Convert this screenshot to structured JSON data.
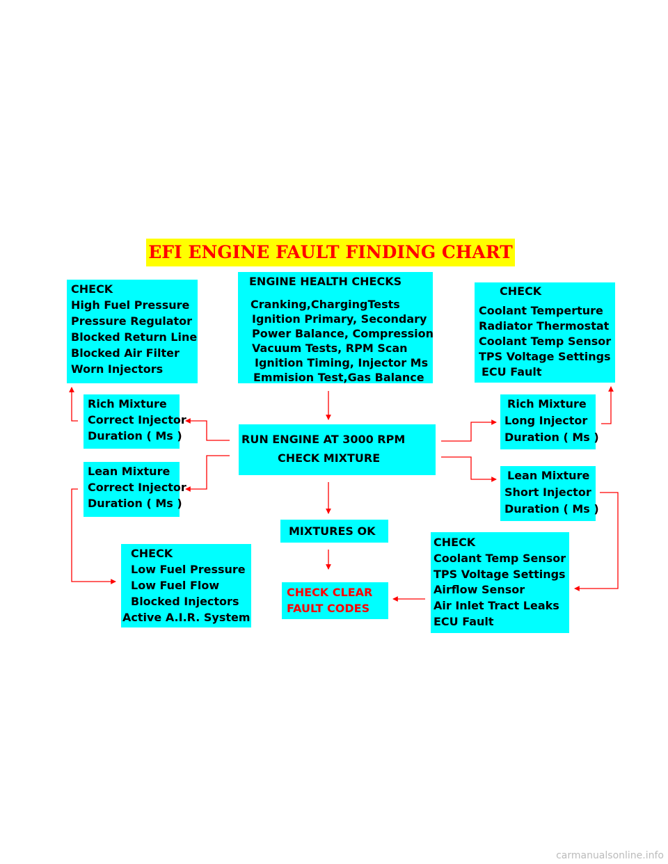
{
  "title": "EFI ENGINE FAULT  FINDING CHART",
  "boxes": {
    "check_high_pressure": [
      "CHECK",
      "High Fuel Pressure",
      "Pressure Regulator",
      "Blocked Return Line",
      "Blocked Air Filter",
      "Worn Injectors"
    ],
    "engine_health": [
      "ENGINE HEALTH CHECKS",
      "Cranking,ChargingTests",
      "Ignition Primary, Secondary",
      "Power Balance, Compression",
      "Vacuum Tests, RPM Scan",
      "Ignition Timing, Injector Ms",
      "Emmision Test,Gas Balance"
    ],
    "check_coolant": [
      "CHECK",
      "Coolant Temperture",
      "Radiator Thermostat",
      "Coolant Temp Sensor",
      "TPS Voltage Settings",
      "ECU  Fault"
    ],
    "rich_correct": [
      "Rich Mixture",
      "Correct Injector",
      "Duration ( Ms )"
    ],
    "run_engine": [
      "RUN ENGINE AT 3000 RPM",
      "CHECK MIXTURE"
    ],
    "rich_long": [
      "Rich Mixture",
      "Long Injector",
      "Duration ( Ms )"
    ],
    "lean_correct": [
      "Lean Mixture",
      "Correct Injector",
      "Duration ( Ms )"
    ],
    "lean_short": [
      "Lean  Mixture",
      "Short Injector",
      "Duration ( Ms )"
    ],
    "mixtures_ok": [
      "MIXTURES OK"
    ],
    "check_low_pressure": [
      "CHECK",
      "Low Fuel Pressure",
      "Low Fuel Flow",
      "Blocked Injectors",
      "Active A.I.R. System"
    ],
    "check_clear": [
      "CHECK CLEAR",
      "FAULT CODES"
    ],
    "check_sensors": [
      "CHECK",
      "Coolant Temp Sensor",
      "TPS Voltage Settings",
      "Airflow Sensor",
      "Air Inlet Tract Leaks",
      "ECU Fault"
    ]
  },
  "footer": "carmanualsonline.info",
  "colors": {
    "box": "#00ffff",
    "title_bg": "#ffff00",
    "title_text": "#ff0000",
    "arrow": "#ff0000"
  }
}
